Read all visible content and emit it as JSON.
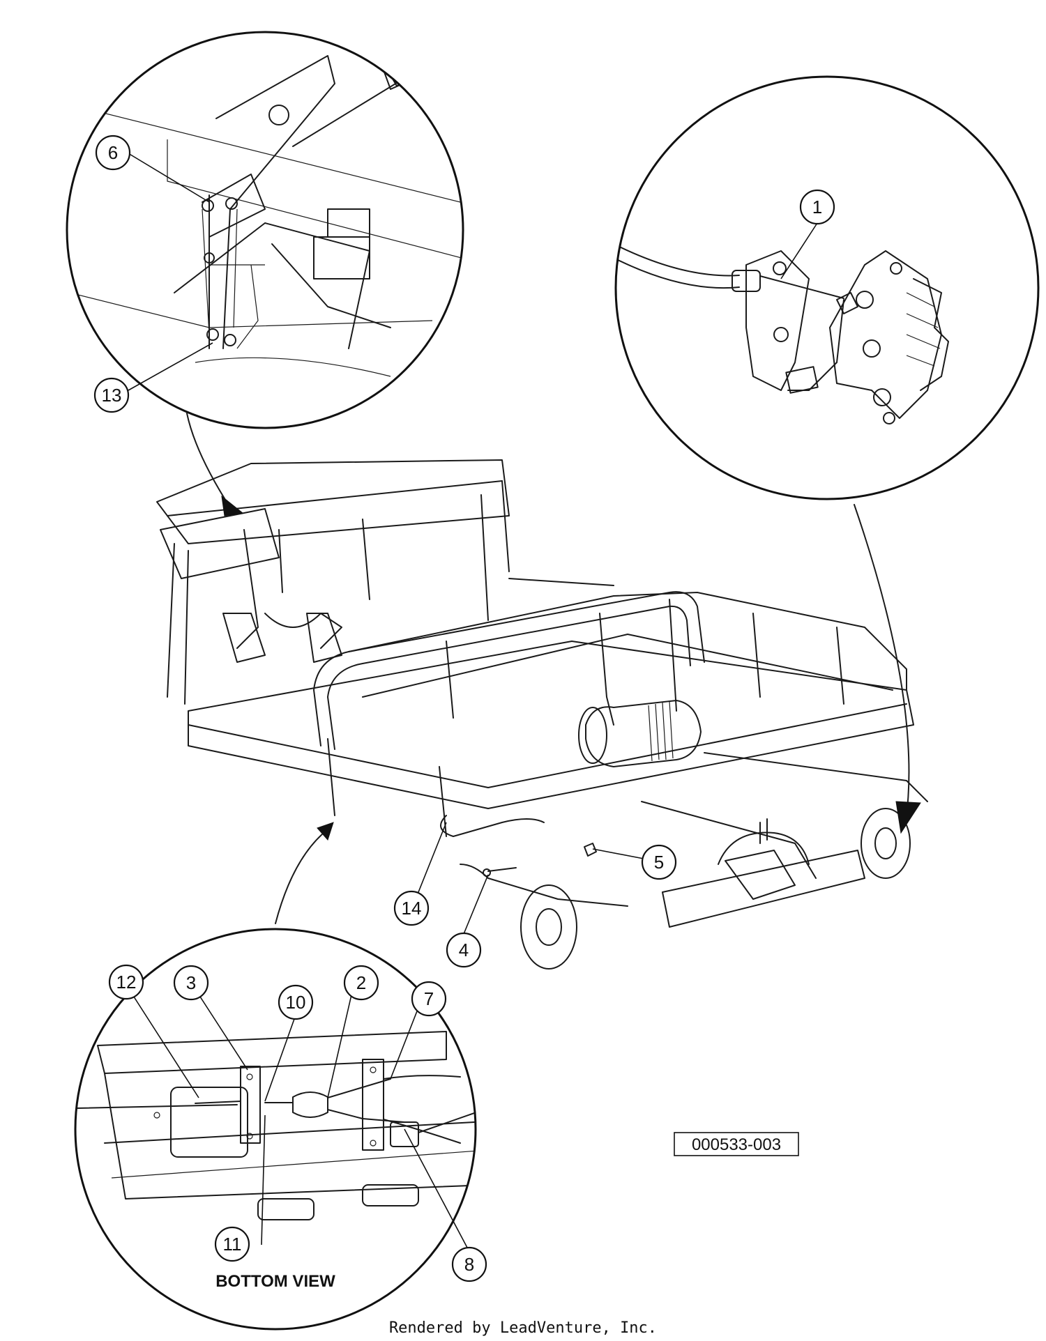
{
  "callouts": [
    {
      "id": "1",
      "label": "1"
    },
    {
      "id": "2",
      "label": "2"
    },
    {
      "id": "3",
      "label": "3"
    },
    {
      "id": "4",
      "label": "4"
    },
    {
      "id": "5",
      "label": "5"
    },
    {
      "id": "6",
      "label": "6"
    },
    {
      "id": "7",
      "label": "7"
    },
    {
      "id": "8",
      "label": "8"
    },
    {
      "id": "10",
      "label": "10"
    },
    {
      "id": "11",
      "label": "11"
    },
    {
      "id": "12",
      "label": "12"
    },
    {
      "id": "13",
      "label": "13"
    },
    {
      "id": "14",
      "label": "14"
    }
  ],
  "bottom_view_label": "BOTTOM VIEW",
  "part_number": "000533-003",
  "footer": "Rendered by LeadVenture, Inc."
}
